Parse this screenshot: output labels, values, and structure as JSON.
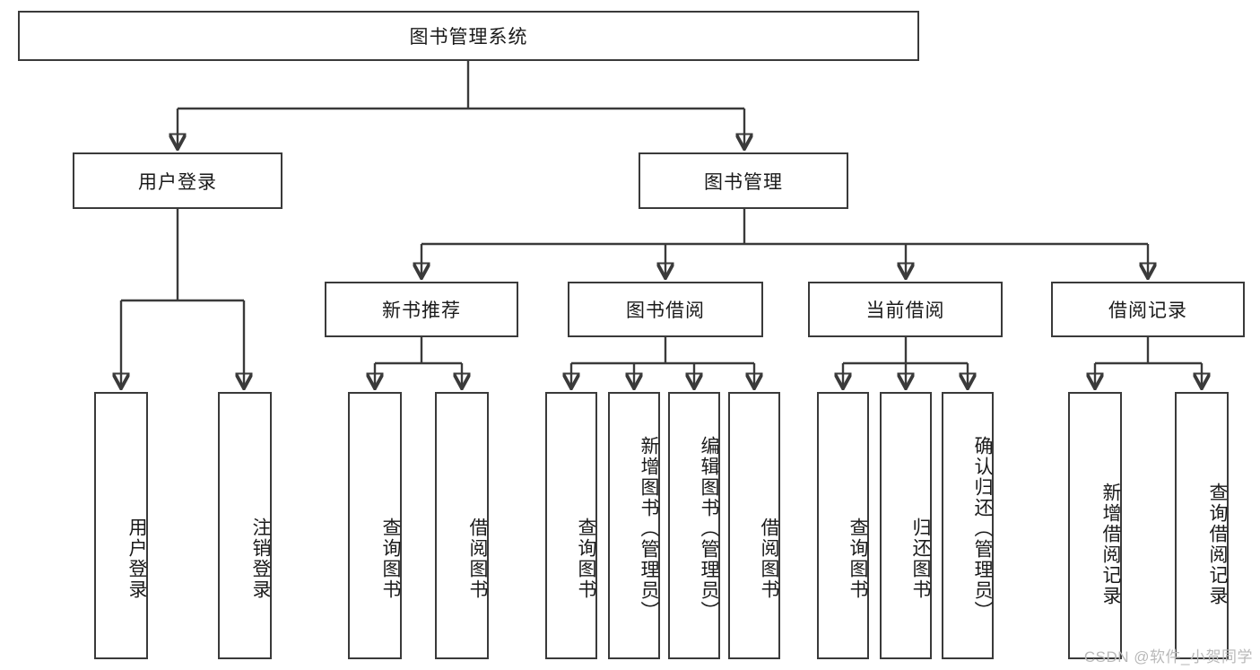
{
  "diagram": {
    "title": "图书管理系统",
    "type": "hierarchy-flowchart",
    "root": {
      "id": "root",
      "label": "图书管理系统"
    },
    "level2": [
      {
        "id": "user-login",
        "label": "用户登录"
      },
      {
        "id": "book-management",
        "label": "图书管理"
      }
    ],
    "level3": [
      {
        "id": "new-book-recommend",
        "label": "新书推荐",
        "parent": "book-management"
      },
      {
        "id": "book-borrow",
        "label": "图书借阅",
        "parent": "book-management"
      },
      {
        "id": "current-borrow",
        "label": "当前借阅",
        "parent": "book-management"
      },
      {
        "id": "borrow-record",
        "label": "借阅记录",
        "parent": "book-management"
      }
    ],
    "leaves": {
      "user_login": [
        {
          "id": "leaf-user-login",
          "label": "用户登录"
        },
        {
          "id": "leaf-logout-login",
          "label": "注销登录"
        }
      ],
      "new_book_recommend": [
        {
          "id": "leaf-query-book-1",
          "label": "查询图书"
        },
        {
          "id": "leaf-borrow-book-1",
          "label": "借阅图书"
        }
      ],
      "book_borrow": [
        {
          "id": "leaf-query-book-2",
          "label": "查询图书"
        },
        {
          "id": "leaf-add-book-admin",
          "label": "新增图书（管理员）"
        },
        {
          "id": "leaf-edit-book-admin",
          "label": "编辑图书（管理员）"
        },
        {
          "id": "leaf-borrow-book-2",
          "label": "借阅图书"
        }
      ],
      "current_borrow": [
        {
          "id": "leaf-query-book-3",
          "label": "查询图书"
        },
        {
          "id": "leaf-return-book",
          "label": "归还图书"
        },
        {
          "id": "leaf-confirm-return-admin",
          "label": "确认归还（管理员）"
        }
      ],
      "borrow_record": [
        {
          "id": "leaf-add-borrow-record",
          "label": "新增借阅记录"
        },
        {
          "id": "leaf-query-borrow-record",
          "label": "查询借阅记录"
        }
      ]
    }
  },
  "watermark": {
    "text": "CSDN @软件_小贺同学"
  },
  "colors": {
    "stroke": "#3a3a3a",
    "background": "#ffffff",
    "text": "#1a1a1a",
    "watermark": "#b9b9b9"
  }
}
